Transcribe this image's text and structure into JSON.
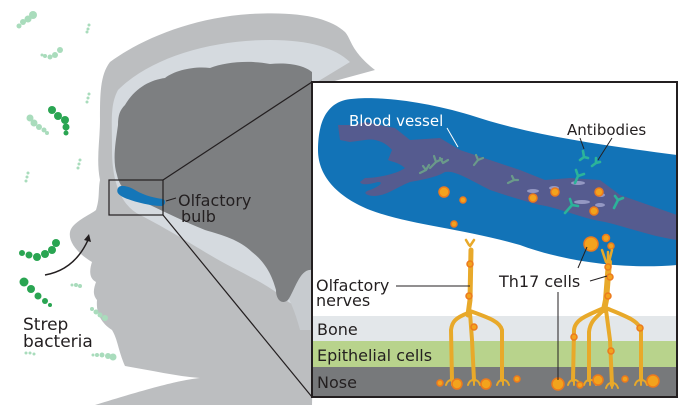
{
  "figure": {
    "head_labels": {
      "olfactory_bulb_line1": "Olfactory",
      "olfactory_bulb_line2": "bulb",
      "strep_line1": "Strep",
      "strep_line2": "bacteria"
    },
    "inset_labels": {
      "blood_vessel": "Blood vessel",
      "antibodies": "Antibodies",
      "olfactory_nerves_line1": "Olfactory",
      "olfactory_nerves_line2": "nerves",
      "th17_cells": "Th17 cells"
    },
    "layers": [
      {
        "label": "Bone",
        "color": "#e3e7ea"
      },
      {
        "label": "Epithelial cells",
        "color": "#b8d38c"
      },
      {
        "label": "Nose",
        "color": "#77797b"
      }
    ],
    "colors": {
      "head": "#bcbec0",
      "skull_inner": "#d5dadf",
      "brain": "#7d7f81",
      "bulb": "#1476b8",
      "tissue_blue": "#1273b7",
      "vessel": "#5a5a8c",
      "nerve": "#e8a92a",
      "th17_fill": "#f2a31d",
      "th17_ring": "#ec7a1e",
      "antibody": "#2bb39a",
      "bacteria_dark": "#2aa552",
      "bacteria_light": "#a9dcbc"
    }
  }
}
